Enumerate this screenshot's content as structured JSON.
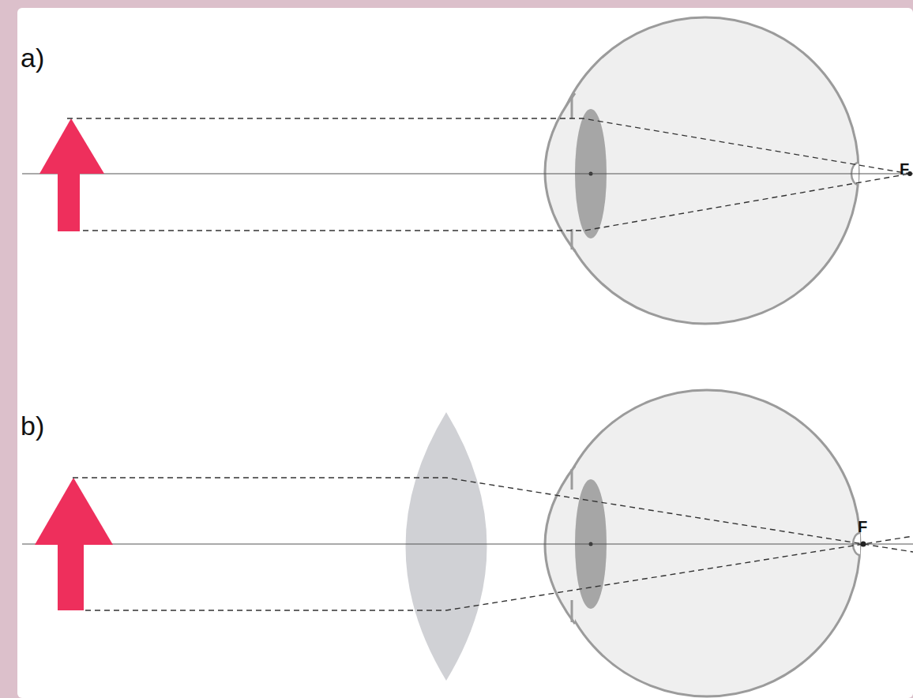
{
  "diagram": {
    "labels": [
      "a)",
      "F",
      "b)",
      "F"
    ]
  }
}
